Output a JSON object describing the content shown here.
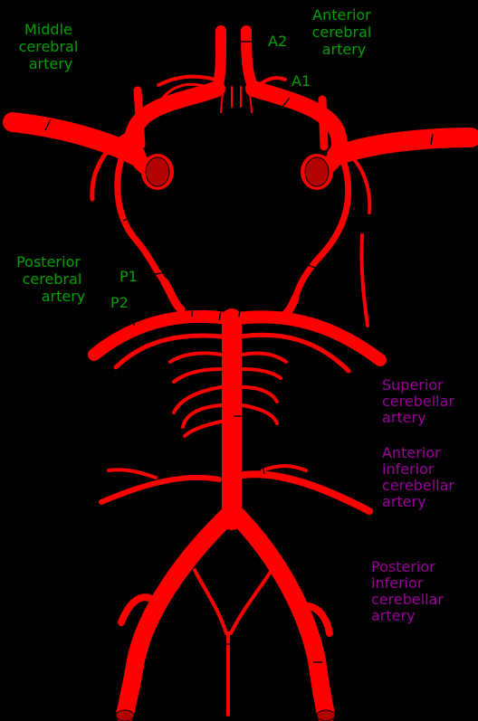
{
  "colors": {
    "background": "#000000",
    "artery": "#ff0000",
    "artery_cut_face": "#b30000",
    "label_green": "#00a000",
    "label_purple": "#990099"
  },
  "labels": {
    "middle_cerebral": [
      "Middle",
      "cerebral",
      "artery"
    ],
    "anterior_cerebral": [
      "Anterior",
      "cerebral",
      "artery"
    ],
    "a2": "A2",
    "a1": "A1",
    "posterior_cerebral": [
      "Posterior",
      "cerebral",
      "artery"
    ],
    "p1": "P1",
    "p2": "P2",
    "superior_cerebellar": [
      "Superior",
      "cerebellar",
      "artery"
    ],
    "anterior_inferior_cerebellar": [
      "Anterior",
      "inferior",
      "cerebellar",
      "artery"
    ],
    "posterior_inferior_cerebellar": [
      "Posterior",
      "inferior",
      "cerebellar",
      "artery"
    ]
  }
}
